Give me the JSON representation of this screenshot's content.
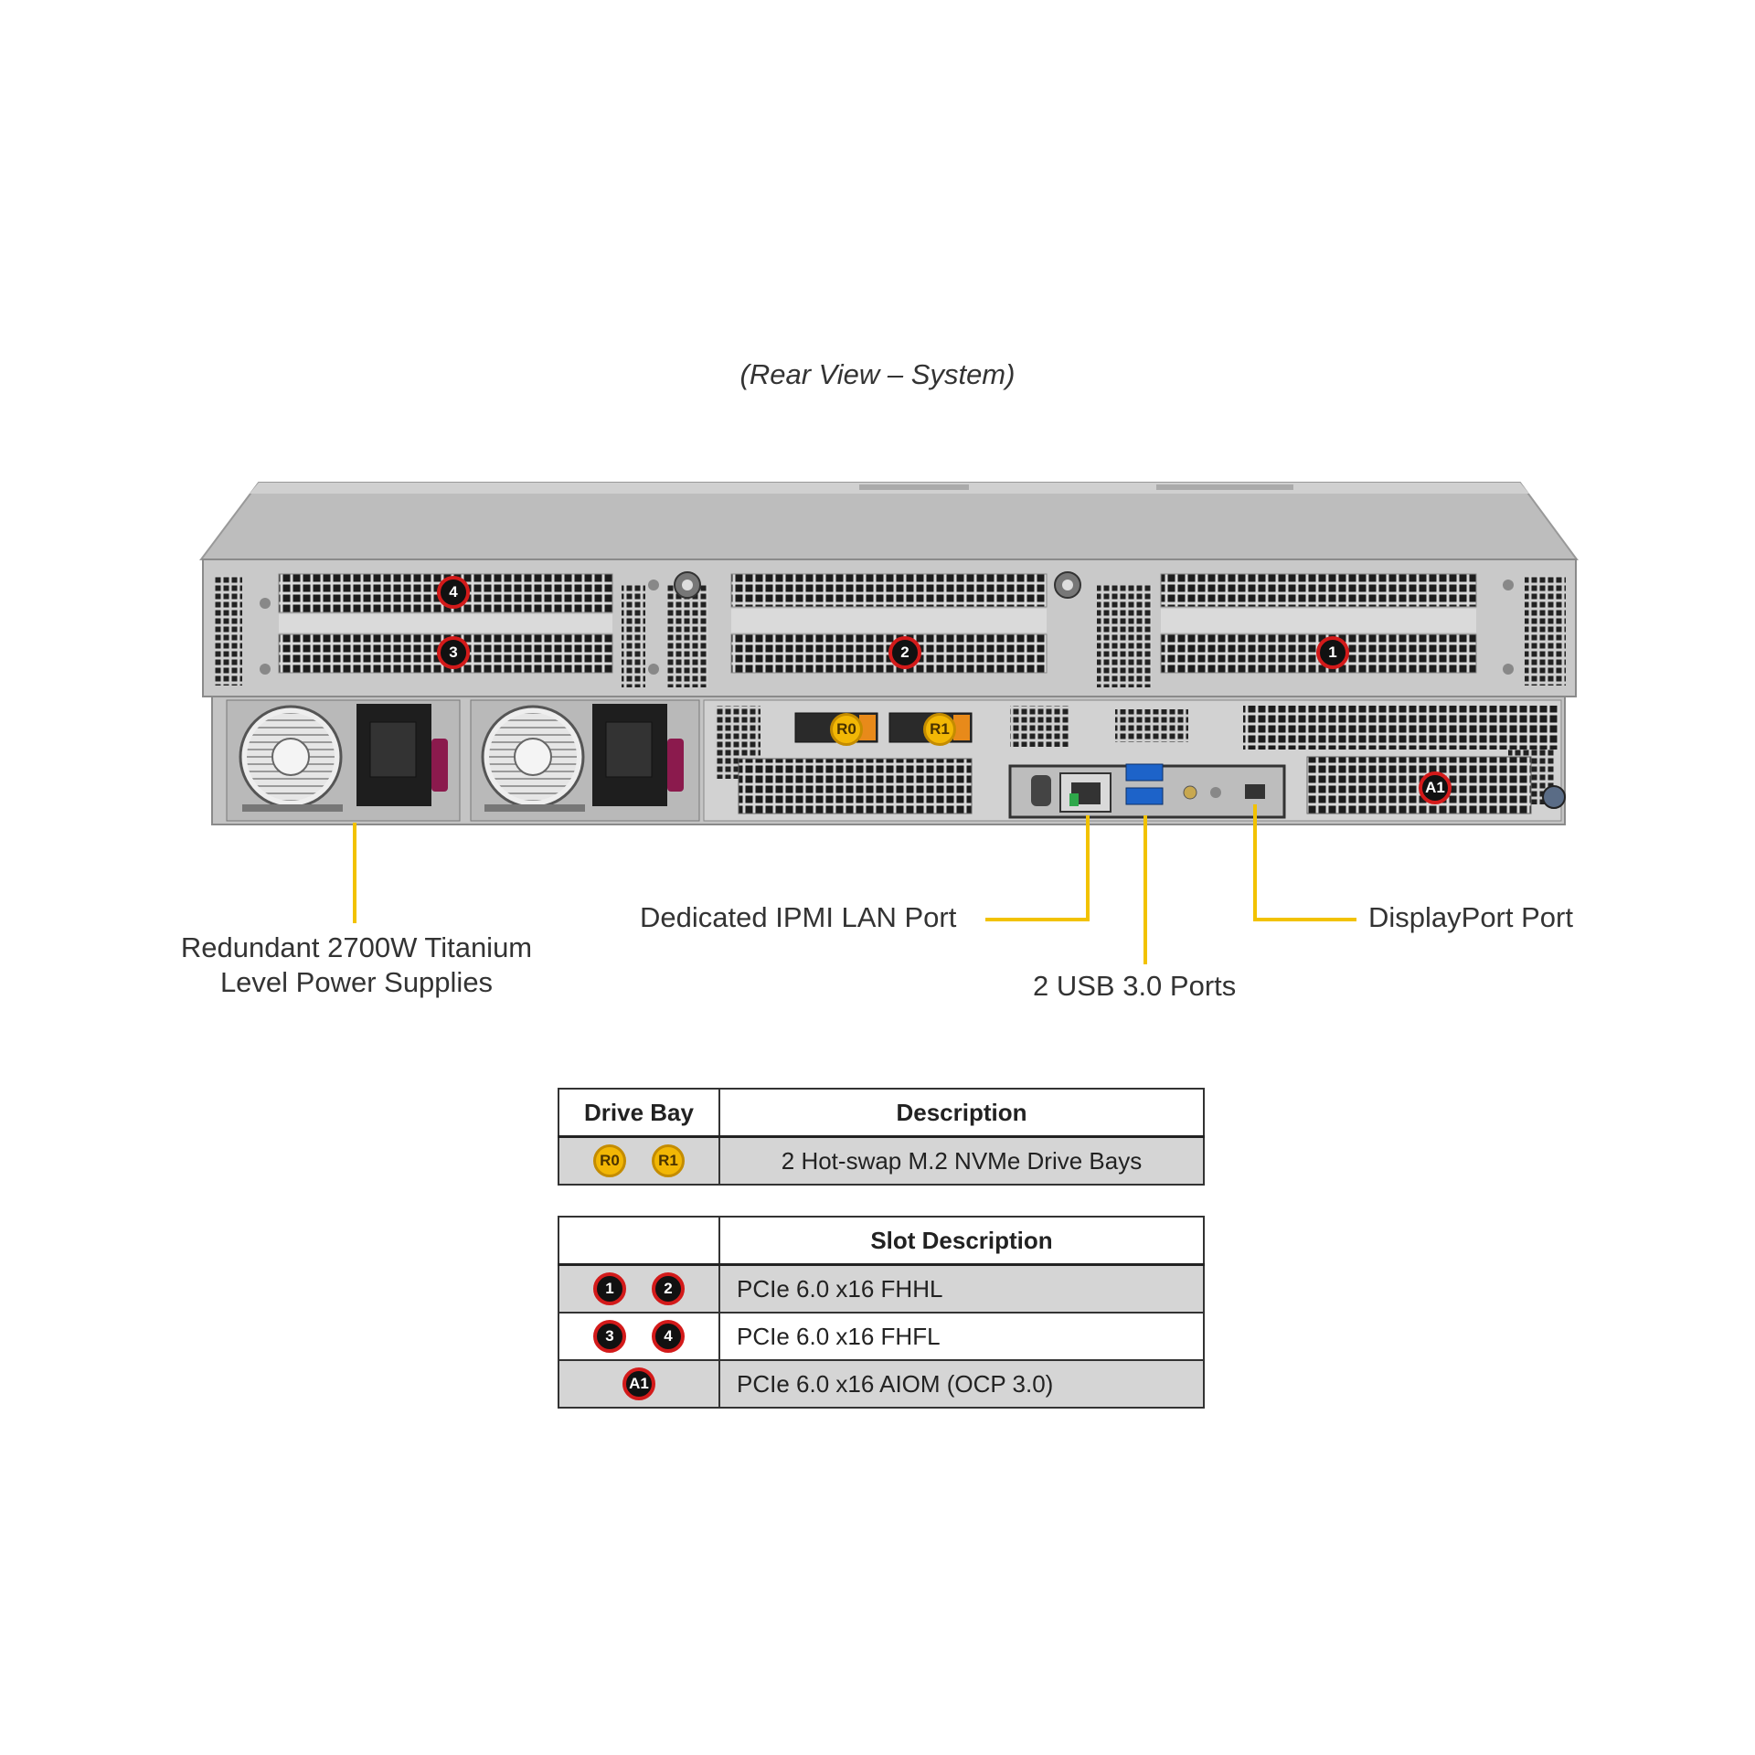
{
  "title": "(Rear View – System)",
  "callouts": {
    "psu_line1": "Redundant 2700W Titanium",
    "psu_line2": "Level Power Supplies",
    "ipmi": "Dedicated IPMI LAN Port",
    "usb": "2 USB 3.0 Ports",
    "displayport": "DisplayPort Port"
  },
  "markers": {
    "slot1": "1",
    "slot2": "2",
    "slot3": "3",
    "slot4": "4",
    "aiom": "A1",
    "bay0": "R0",
    "bay1": "R1"
  },
  "colors": {
    "leader": "#f2c200",
    "marker_ring": "#d31a1a",
    "marker_bay": "#f2b705",
    "table_shade": "#d5d5d5"
  },
  "drive_table": {
    "header": [
      "Drive Bay",
      "Description"
    ],
    "rows": [
      {
        "badges": [
          "R0",
          "R1"
        ],
        "description": "2 Hot-swap M.2 NVMe Drive Bays"
      }
    ]
  },
  "slot_table": {
    "header": [
      "",
      "Slot Description"
    ],
    "rows": [
      {
        "badges": [
          "1",
          "2"
        ],
        "description": "PCIe 6.0 x16 FHHL"
      },
      {
        "badges": [
          "3",
          "4"
        ],
        "description": "PCIe 6.0 x16 FHFL"
      },
      {
        "badges": [
          "A1"
        ],
        "description": "PCIe 6.0 x16 AIOM (OCP 3.0)"
      }
    ]
  }
}
